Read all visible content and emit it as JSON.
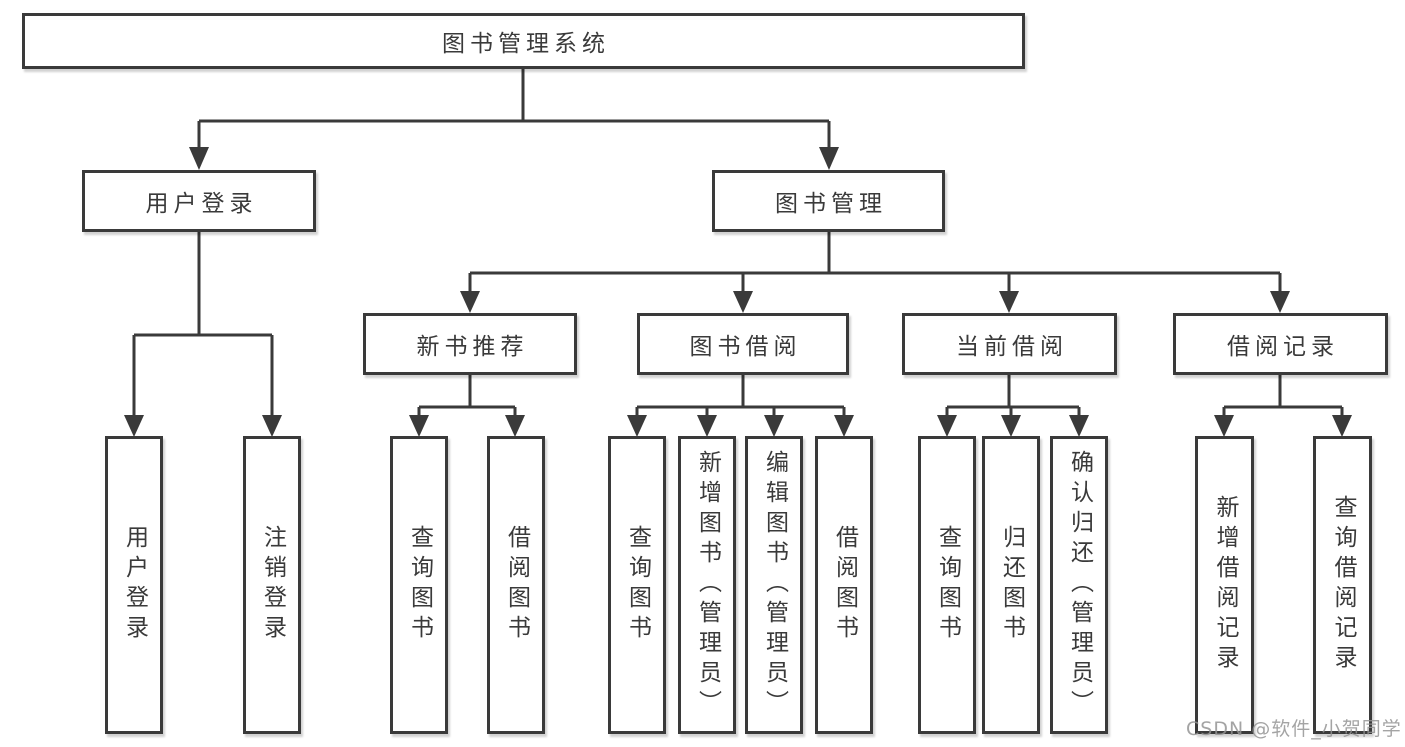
{
  "diagram": {
    "title": "图书管理系统",
    "tree": {
      "label": "图书管理系统",
      "children": [
        {
          "label": "用户登录",
          "children": [
            {
              "label": "用户登录"
            },
            {
              "label": "注销登录"
            }
          ]
        },
        {
          "label": "图书管理",
          "children": [
            {
              "label": "新书推荐",
              "children": [
                {
                  "label": "查询图书"
                },
                {
                  "label": "借阅图书"
                }
              ]
            },
            {
              "label": "图书借阅",
              "children": [
                {
                  "label": "查询图书"
                },
                {
                  "label": "新增图书（管理员）"
                },
                {
                  "label": "编辑图书（管理员）"
                },
                {
                  "label": "借阅图书"
                }
              ]
            },
            {
              "label": "当前借阅",
              "children": [
                {
                  "label": "查询图书"
                },
                {
                  "label": "归还图书"
                },
                {
                  "label": "确认归还（管理员）"
                }
              ]
            },
            {
              "label": "借阅记录",
              "children": [
                {
                  "label": "新增借阅记录"
                },
                {
                  "label": "查询借阅记录"
                }
              ]
            }
          ]
        }
      ]
    },
    "watermark": {
      "text": "CSDN @软件_小贺同学"
    },
    "colors": {
      "line": "#3a3a3a",
      "text": "#3a3a3a",
      "watermark": "#949494",
      "background": "#ffffff"
    }
  }
}
